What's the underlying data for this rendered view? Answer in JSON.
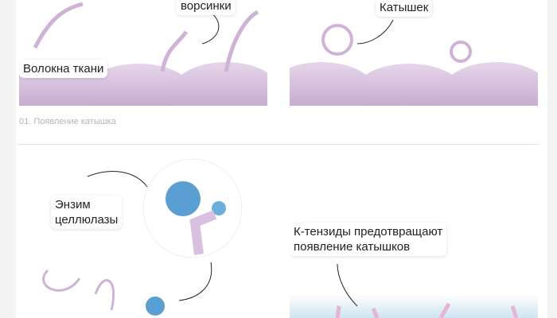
{
  "top_left": {
    "label_villi": "ворсинки",
    "label_fibers": "Волокна ткани"
  },
  "top_right": {
    "label_pill": "Катышек"
  },
  "caption": "01. Появление катышка",
  "bottom_left": {
    "label_enzyme_line1": "Энзим",
    "label_enzyme_line2": "целлюлазы"
  },
  "bottom_right": {
    "label_line1": "К-тензиды предотвращают",
    "label_line2": "появление катышков"
  }
}
